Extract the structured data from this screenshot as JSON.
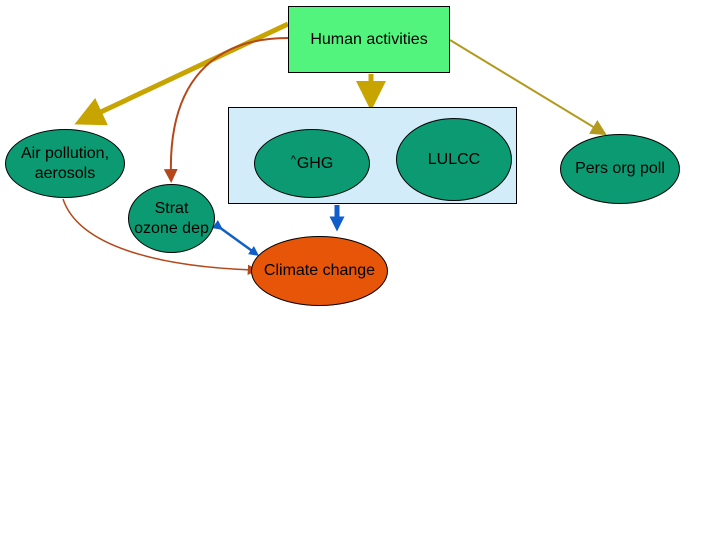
{
  "diagram": {
    "nodes": {
      "human_activities": "Human activities",
      "air_pollution_line1": "Air pollution,",
      "air_pollution_line2": "aerosols",
      "ghg_caret": "^",
      "ghg": "GHG",
      "lulcc": "LULCC",
      "pers_org_poll": "Pers org poll",
      "strat_line1": "Strat",
      "strat_line2": "ozone dep",
      "climate_change": "Climate change"
    },
    "colors": {
      "human_box": "#52f47e",
      "ellipse": "#0b9a71",
      "climate": "#e65508",
      "panel": "#d3ecfa",
      "arrow_gold": "#c8a400",
      "arrow_olive": "#b39a1e",
      "arrow_brown": "#b5481a",
      "arrow_blue": "#0f5ec9",
      "arrow_cyan": "#1aa6de"
    }
  }
}
